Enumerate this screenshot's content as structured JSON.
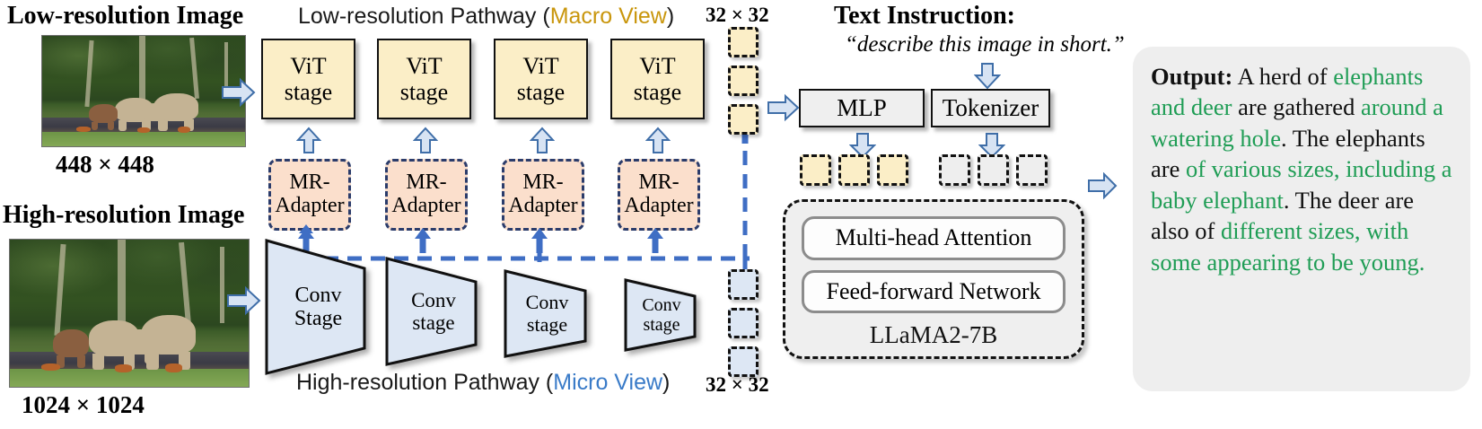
{
  "left_panel": {
    "low": {
      "title": "Low-resolution Image",
      "size_label": "448 × 448",
      "alt": "elephants-and-deer-at-watering-hole-photo"
    },
    "high": {
      "title": "High-resolution Image",
      "size_label": "1024 × 1024",
      "alt": "elephants-and-deer-at-watering-hole-photo"
    }
  },
  "pathways": {
    "low": {
      "prefix": "Low-resolution Pathway (",
      "view": "Macro View",
      "suffix": ")",
      "view_color": "#c9960c"
    },
    "high": {
      "prefix": "High-resolution Pathway (",
      "view": "Micro View",
      "suffix": ")",
      "view_color": "#3a7bc8"
    }
  },
  "vit_stages": [
    {
      "line1": "ViT",
      "line2": "stage"
    },
    {
      "line1": "ViT",
      "line2": "stage"
    },
    {
      "line1": "ViT",
      "line2": "stage"
    },
    {
      "line1": "ViT",
      "line2": "stage"
    }
  ],
  "mr_adapters": [
    {
      "line1": "MR-",
      "line2": "Adapter"
    },
    {
      "line1": "MR-",
      "line2": "Adapter"
    },
    {
      "line1": "MR-",
      "line2": "Adapter"
    },
    {
      "line1": "MR-",
      "line2": "Adapter"
    }
  ],
  "conv_stages": [
    {
      "line1": "Conv",
      "line2": "Stage"
    },
    {
      "line1": "Conv",
      "line2": "stage"
    },
    {
      "line1": "Conv",
      "line2": "stage"
    },
    {
      "line1": "Conv",
      "line2": "stage"
    }
  ],
  "token_dims": {
    "macro": "32 × 32",
    "micro": "32 × 32"
  },
  "text_instruction": {
    "title": "Text Instruction:",
    "quote": "“describe this image in short.”"
  },
  "modules": {
    "mlp": "MLP",
    "tokenizer": "Tokenizer"
  },
  "llm": {
    "attention": "Multi-head Attention",
    "ffn": "Feed-forward Network",
    "name": "LLaMA2-7B"
  },
  "output": {
    "label": "Output:",
    "segments": [
      {
        "text": " A herd of ",
        "highlight": false
      },
      {
        "text": "elephants and deer",
        "highlight": true
      },
      {
        "text": " are gathered ",
        "highlight": false
      },
      {
        "text": "around a watering hole",
        "highlight": true
      },
      {
        "text": ". The elephants are ",
        "highlight": false
      },
      {
        "text": "of various sizes, including a baby elephant",
        "highlight": true
      },
      {
        "text": ". The deer are also of ",
        "highlight": false
      },
      {
        "text": "different sizes, with some appearing to be young.",
        "highlight": true
      }
    ],
    "highlight_color": "#1f9d55"
  },
  "colors": {
    "vit_fill": "#fbeec7",
    "adapter_fill": "#fbdfcc",
    "conv_fill": "#dde7f4",
    "module_fill": "#efefef",
    "arrow_fill": "#d7e3f3",
    "arrow_stroke": "#3f6ea8",
    "bus_blue": "#3f6ec4"
  }
}
